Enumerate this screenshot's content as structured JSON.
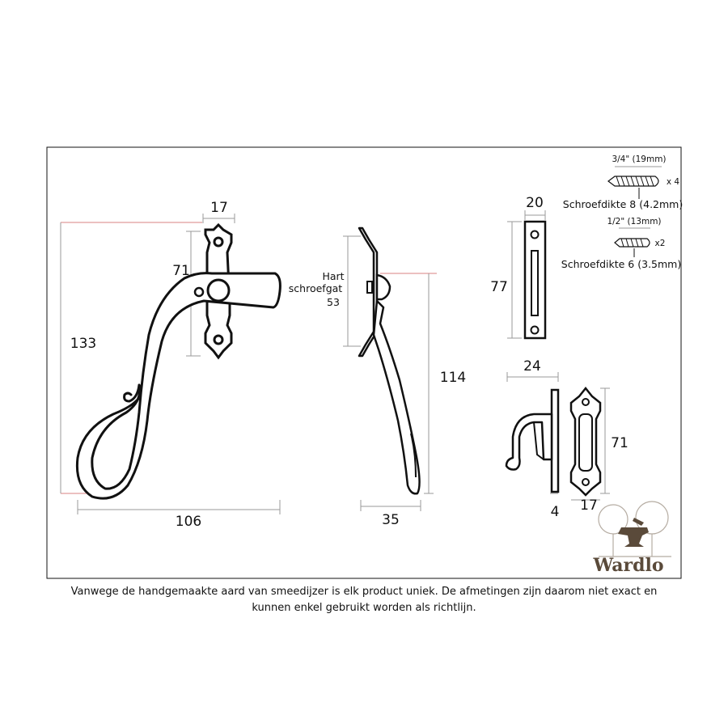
{
  "dimensions": {
    "handle_height": "133",
    "backplate_height": "71",
    "backplate_width": "17",
    "handle_width": "106",
    "side_height": "114",
    "side_depth": "35",
    "screw_center_label_1": "Hart",
    "screw_center_label_2": "schroefgat",
    "screw_center_value": "53",
    "keep_width": "20",
    "keep_height": "77",
    "hook_width": "24",
    "hook_plate_thickness": "4",
    "hook_plate_width": "17",
    "hook_plate_height": "71"
  },
  "screws": [
    {
      "length": "3/4\" (19mm)",
      "quantity": "x 4",
      "gauge": "Schroefdikte 8 (4.2mm)"
    },
    {
      "length": "1/2\" (13mm)",
      "quantity": "x2",
      "gauge": "Schroefdikte 6 (3.5mm)"
    }
  ],
  "brand": {
    "name": "Wardlo"
  },
  "disclaimer": {
    "line1": "Vanwege de handgemaakte aard van smeedijzer is elk product uniek. De afmetingen zijn daarom niet exact en",
    "line2": "kunnen enkel gebruikt worden als richtlijn."
  },
  "colors": {
    "guide_red": "#d98080",
    "guide_gray": "#9a9a9a",
    "ink": "#111111"
  }
}
